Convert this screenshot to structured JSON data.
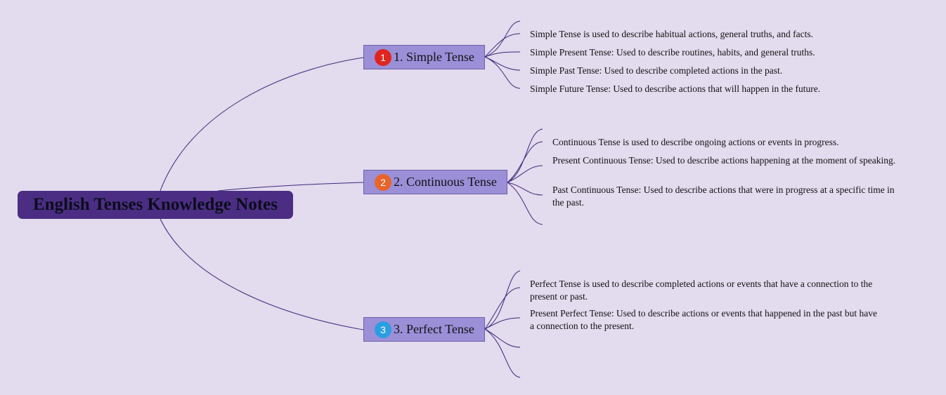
{
  "root": {
    "title": "English Tenses Knowledge Notes"
  },
  "branches": [
    {
      "badge": "1",
      "badge_color": "#e0251f",
      "label": "1. Simple Tense",
      "items": [
        "Simple Tense is used to describe habitual actions, general truths, and facts.",
        "Simple Present Tense: Used to describe routines, habits, and general truths.",
        "Simple Past Tense: Used to describe completed actions in the past.",
        "Simple Future Tense: Used to describe actions that will happen in the future."
      ]
    },
    {
      "badge": "2",
      "badge_color": "#e8642a",
      "label": "2. Continuous Tense",
      "items": [
        "Continuous Tense is used to describe ongoing actions or events in progress.",
        "Present Continuous Tense: Used to describe actions happening at the moment of speaking.",
        "Past Continuous Tense: Used to describe actions that were in progress at a specific time in the past."
      ]
    },
    {
      "badge": "3",
      "badge_color": "#2a9ee0",
      "label": "3. Perfect Tense",
      "items": [
        "Perfect Tense is used to describe completed actions or events that have a connection to the present or past.",
        "Present Perfect Tense: Used to describe actions or events that happened in the past but have a connection to the present."
      ]
    }
  ],
  "colors": {
    "background": "#e3dbee",
    "root": "#4b2e83",
    "branch": "#9b8fd8",
    "line": "#3a2a7a"
  }
}
